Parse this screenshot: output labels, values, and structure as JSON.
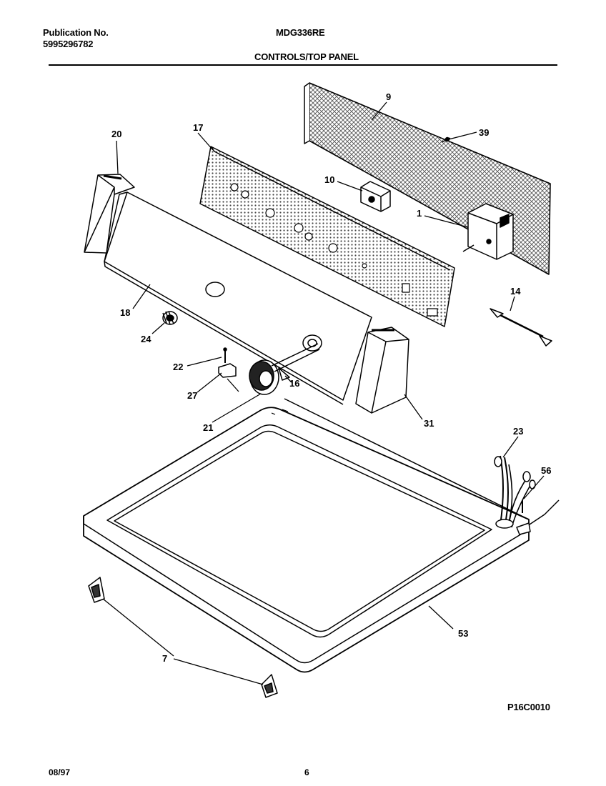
{
  "header": {
    "publication_label": "Publication No.",
    "publication_number": "5995296782",
    "model": "MDG336RE",
    "section_title": "CONTROLS/TOP PANEL"
  },
  "callouts": {
    "c9": "9",
    "c39": "39",
    "c20": "20",
    "c17": "17",
    "c10": "10",
    "c1": "1",
    "c14": "14",
    "c18": "18",
    "c24": "24",
    "c22": "22",
    "c27": "27",
    "c16": "16",
    "c21": "21",
    "c31": "31",
    "c23": "23",
    "c56": "56",
    "c53": "53",
    "c7": "7"
  },
  "diagram_code": "P16C0010",
  "footer": {
    "date": "08/97",
    "page": "6"
  }
}
